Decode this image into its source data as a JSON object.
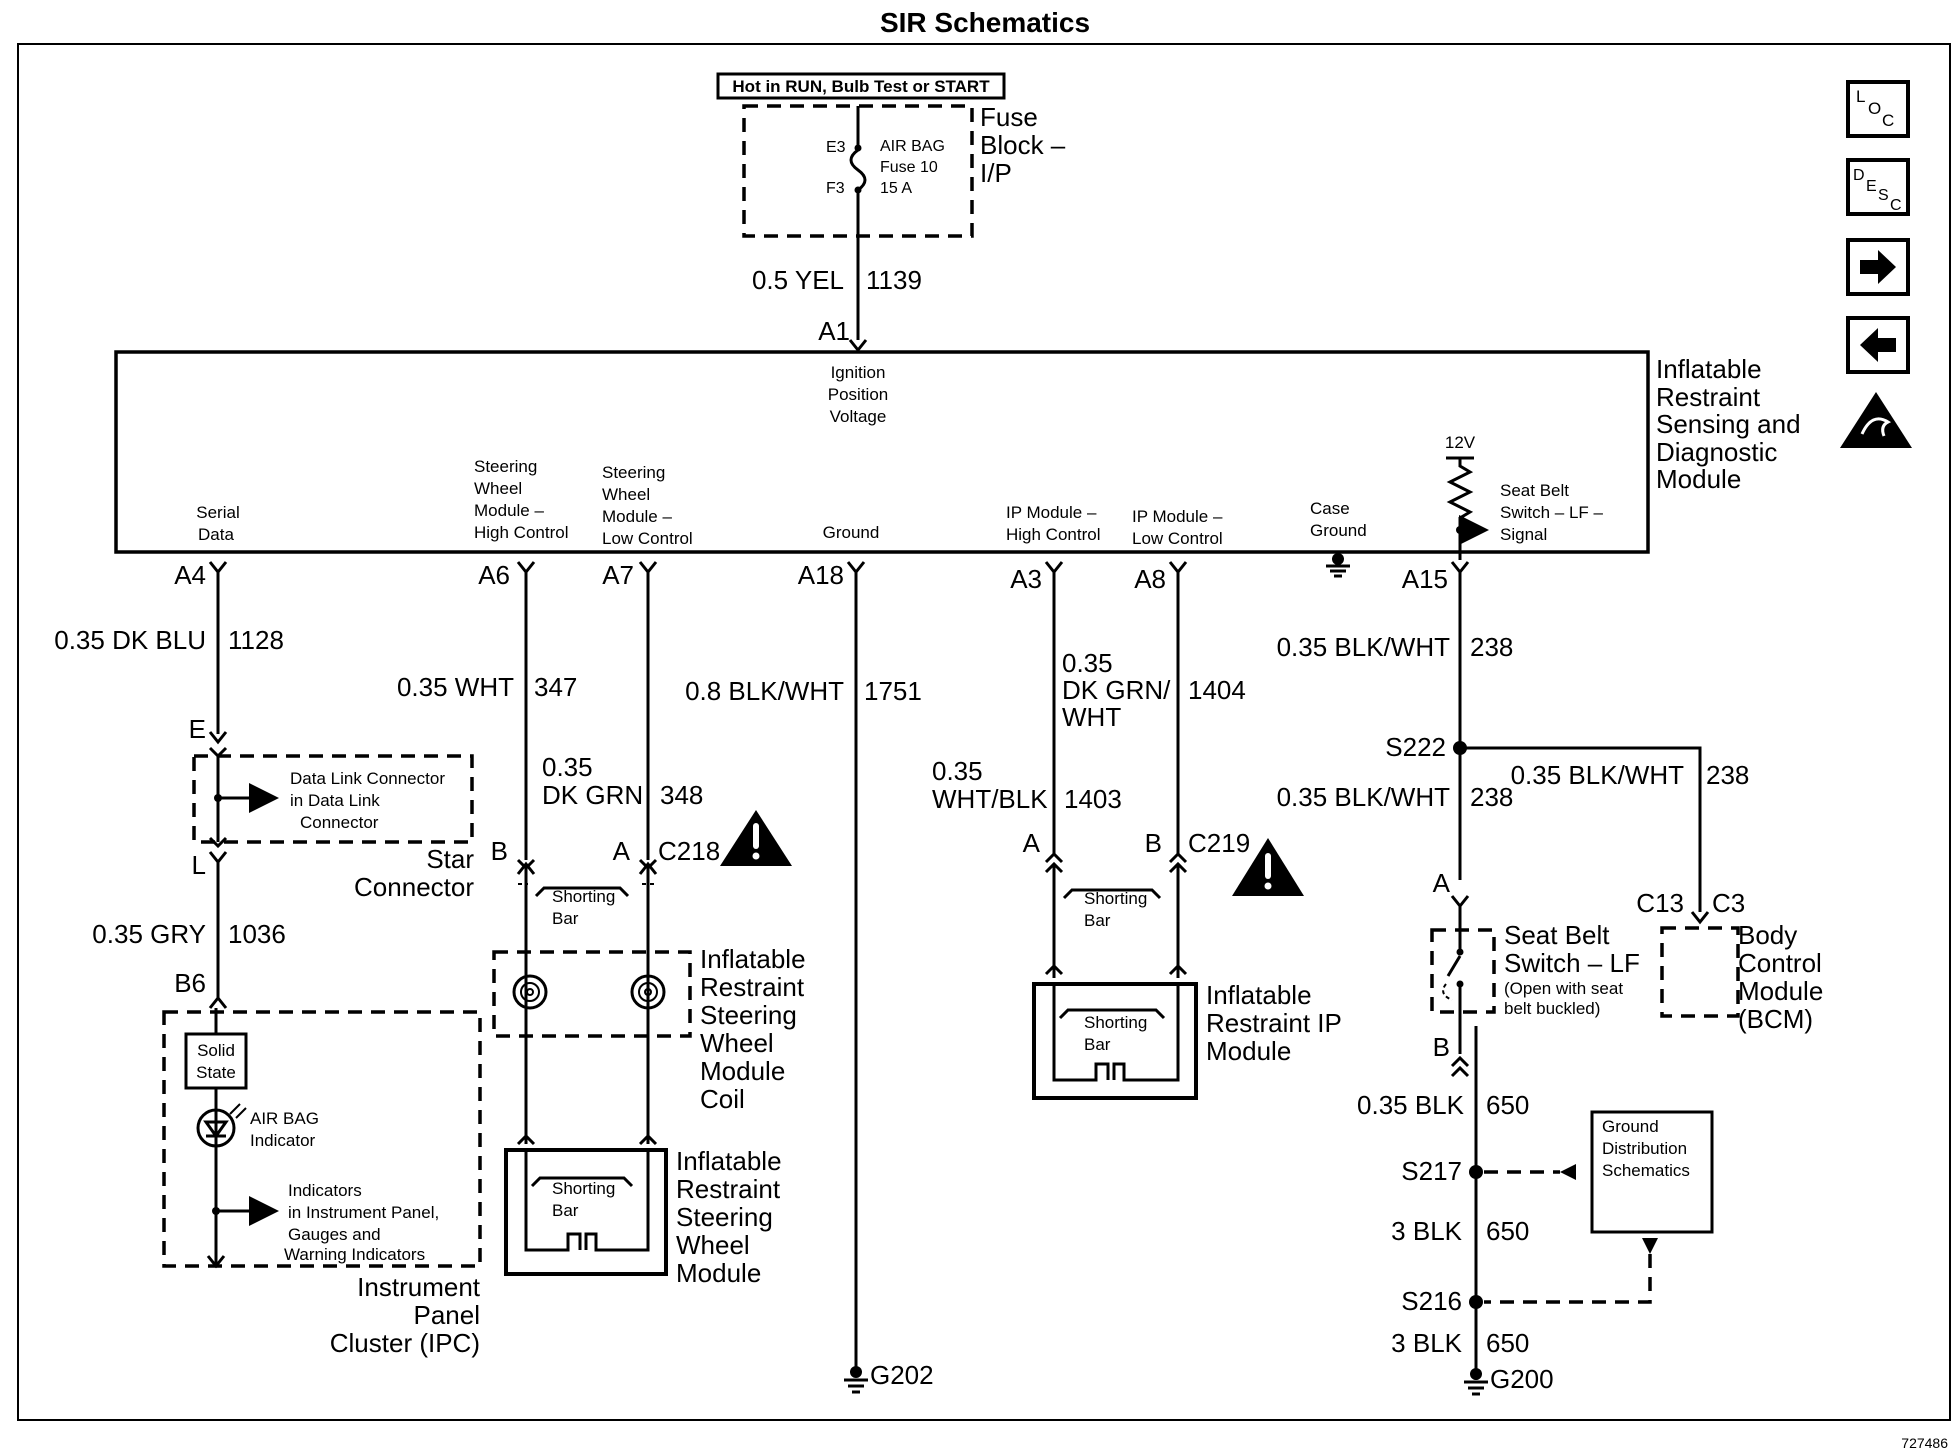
{
  "page": {
    "title": "SIR Schematics",
    "figure_number": "727486"
  },
  "nav_icons": [
    {
      "name": "loc-icon",
      "label": "LOC"
    },
    {
      "name": "desc-icon",
      "label": "DESC"
    },
    {
      "name": "next-arrow-icon",
      "label": "→"
    },
    {
      "name": "prev-arrow-icon",
      "label": "←"
    },
    {
      "name": "esd-warning-icon",
      "label": ""
    }
  ],
  "fuse": {
    "banner": "Hot in RUN, Bulb Test or START",
    "block_label": [
      "Fuse",
      "Block –",
      "I/P"
    ],
    "pin_top": "E3",
    "pin_bottom": "F3",
    "fuse_lines": [
      "AIR BAG",
      "Fuse 10",
      "15 A"
    ],
    "wire": "0.5 YEL",
    "circuit": "1139"
  },
  "module": {
    "label": [
      "Inflatable",
      "Restraint",
      "Sensing and",
      "Diagnostic",
      "Module"
    ],
    "ignition": [
      "Ignition",
      "Position",
      "Voltage"
    ],
    "pin_a1": "A1",
    "v12": "12V",
    "seatbelt_signal": [
      "Seat Belt",
      "Switch – LF –",
      "Signal"
    ],
    "case_ground": [
      "Case",
      "Ground"
    ],
    "pins": [
      {
        "id": "A4",
        "label": [
          "Serial",
          "Data"
        ]
      },
      {
        "id": "A6",
        "label": [
          "Steering",
          "Wheel",
          "Module –",
          "High Control"
        ]
      },
      {
        "id": "A7",
        "label": [
          "Steering",
          "Wheel",
          "Module –",
          "Low Control"
        ]
      },
      {
        "id": "A18",
        "label": [
          "Ground"
        ]
      },
      {
        "id": "A3",
        "label": [
          "IP Module –",
          "High Control"
        ]
      },
      {
        "id": "A8",
        "label": [
          "IP Module –",
          "Low Control"
        ]
      },
      {
        "id": "A15",
        "label": []
      }
    ]
  },
  "serial": {
    "wire1": "0.35 DK BLU",
    "circuit1": "1128",
    "pin_e": "E",
    "pin_l": "L",
    "dlc": [
      "Data Link Connector",
      "in Data Link",
      "Connector"
    ],
    "star": [
      "Star",
      "Connector"
    ],
    "wire2": "0.35 GRY",
    "circuit2": "1036",
    "pin_b6": "B6"
  },
  "ipc": {
    "solid_state": [
      "Solid",
      "State"
    ],
    "airbag_indicator": [
      "AIR BAG",
      "Indicator"
    ],
    "indicators": [
      "Indicators",
      "in Instrument Panel,",
      "Gauges and",
      "Warning Indicators"
    ],
    "label": [
      "Instrument",
      "Panel",
      "Cluster (IPC)"
    ]
  },
  "steering": {
    "wire_high": "0.35 WHT",
    "circuit_high": "347",
    "wire_low": [
      "0.35",
      "DK GRN"
    ],
    "circuit_low": "348",
    "pin_b": "B",
    "pin_a": "A",
    "connector": "C218",
    "shorting_bar": [
      "Shorting",
      "Bar"
    ],
    "coil_label": [
      "Inflatable",
      "Restraint",
      "Steering",
      "Wheel",
      "Module",
      "Coil"
    ],
    "module_label": [
      "Inflatable",
      "Restraint",
      "Steering",
      "Wheel",
      "Module"
    ]
  },
  "ground_line": {
    "wire": "0.8 BLK/WHT",
    "circuit": "1751",
    "ground": "G202"
  },
  "ip": {
    "wire_low": [
      "0.35",
      "DK GRN/",
      "WHT"
    ],
    "circuit_low": "1404",
    "wire_high": [
      "0.35",
      "WHT/BLK"
    ],
    "circuit_high": "1403",
    "pin_a": "A",
    "pin_b": "B",
    "connector": "C219",
    "shorting_bar": [
      "Shorting",
      "Bar"
    ],
    "module_label": [
      "Inflatable",
      "Restraint IP",
      "Module"
    ]
  },
  "seatbelt": {
    "wire1": "0.35 BLK/WHT",
    "circuit1": "238",
    "splice": "S222",
    "wire_bcm": "0.35 BLK/WHT",
    "circuit_bcm": "238",
    "wire2": "0.35 BLK/WHT",
    "circuit2": "238",
    "pin_a": "A",
    "pin_b": "B",
    "c13": "C13",
    "c3": "C3",
    "switch_label": [
      "Seat Belt",
      "Switch – LF"
    ],
    "switch_note": [
      "(Open with seat",
      "belt buckled)"
    ],
    "bcm_label": [
      "Body",
      "Control",
      "Module",
      "(BCM)"
    ],
    "wire3": "0.35 BLK",
    "circuit3": "650",
    "splice2": "S217",
    "gds": [
      "Ground",
      "Distribution",
      "Schematics"
    ],
    "wire4": "3 BLK",
    "circuit4": "650",
    "splice3": "S216",
    "wire5": "3 BLK",
    "circuit5": "650",
    "ground": "G200"
  }
}
